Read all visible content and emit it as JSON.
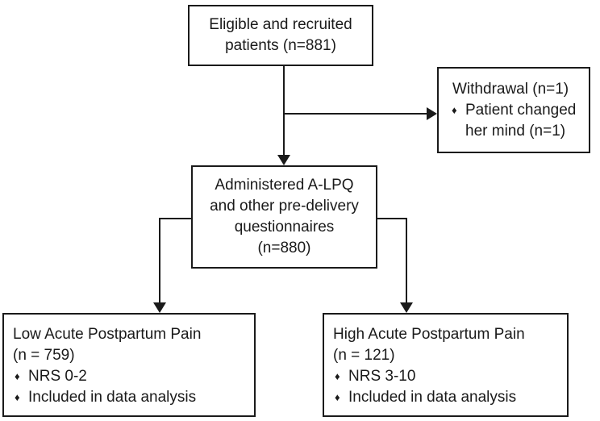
{
  "colors": {
    "ink": "#1a1a1a",
    "background": "#ffffff"
  },
  "glyphs": {
    "diamond_bullet": "♦"
  },
  "flowchart": {
    "eligible_box": {
      "line1": "Eligible and recruited",
      "line2": "patients (n=881)"
    },
    "withdrawal_box": {
      "title": "Withdrawal (n=1)",
      "item_line1": "Patient changed",
      "item_line2": "her mind (n=1)"
    },
    "administered_box": {
      "line1": "Administered A-LPQ",
      "line2": "and other pre-delivery",
      "line3": "questionnaires",
      "line4": "(n=880)"
    },
    "low_pain_box": {
      "title": "Low Acute Postpartum Pain",
      "count": "(n = 759)",
      "item1": "NRS 0-2",
      "item2": "Included in data analysis"
    },
    "high_pain_box": {
      "title": "High Acute Postpartum Pain",
      "count": "(n = 121)",
      "item1": "NRS 3-10",
      "item2": "Included in data analysis"
    },
    "edges": [
      {
        "from": "eligible_box",
        "to": "administered_box"
      },
      {
        "from": "eligible_box",
        "to": "withdrawal_box"
      },
      {
        "from": "administered_box",
        "to": "low_pain_box"
      },
      {
        "from": "administered_box",
        "to": "high_pain_box"
      }
    ]
  }
}
